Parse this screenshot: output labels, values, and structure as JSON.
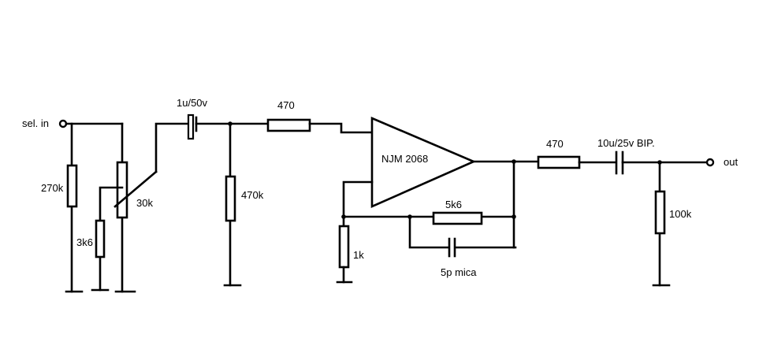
{
  "labels": {
    "input": "sel. in",
    "output": "out",
    "r_in_shunt": "270k",
    "r_pot_lower": "3k6",
    "pot": "30k",
    "c_in": "1u/50v",
    "r_in_series": "470",
    "r_bias": "470k",
    "opamp": "NJM 2068",
    "r_feedback": "5k6",
    "c_feedback": "5p mica",
    "r_gain": "1k",
    "r_out_series": "470",
    "c_out": "10u/25v BIP.",
    "r_load": "100k"
  }
}
